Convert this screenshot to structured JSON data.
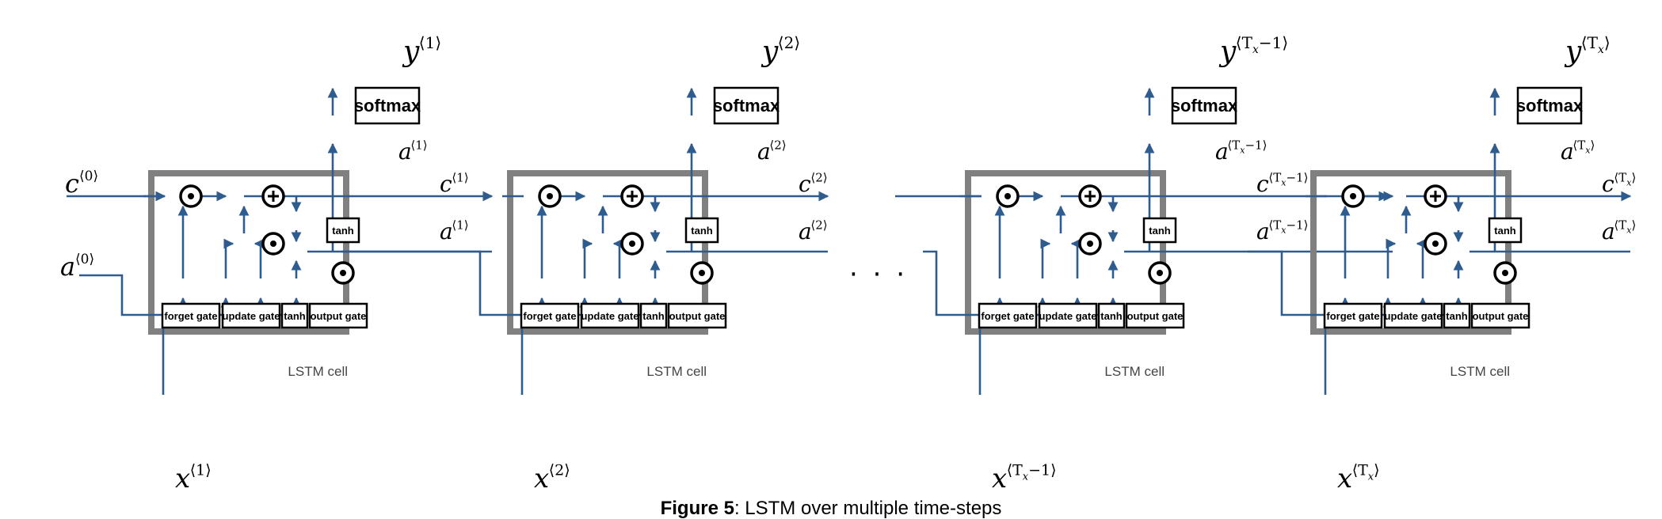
{
  "ops": {
    "multiply": "⊙",
    "add": "+"
  },
  "gates": {
    "forget": "forget gate",
    "update": "update gate",
    "tanh": "tanh",
    "output": "output gate"
  },
  "softmax_label": "softmax",
  "cell_label": "LSTM cell",
  "ellipsis": "· · ·",
  "letters": {
    "c": "c",
    "a": "a",
    "x": "x",
    "y": "y"
  },
  "initial": {
    "c_sup": "⟨0⟩",
    "a_sup": "⟨0⟩"
  },
  "steps": [
    {
      "sup": "⟨1⟩"
    },
    {
      "sup": "⟨2⟩"
    },
    {
      "sup": "⟨T",
      "sub": "x",
      "tail": "−1⟩"
    },
    {
      "sup": "⟨T",
      "sub": "x",
      "tail": "⟩"
    }
  ],
  "caption": {
    "bold": "Figure 5",
    "rest": ": LSTM over multiple time-steps"
  }
}
